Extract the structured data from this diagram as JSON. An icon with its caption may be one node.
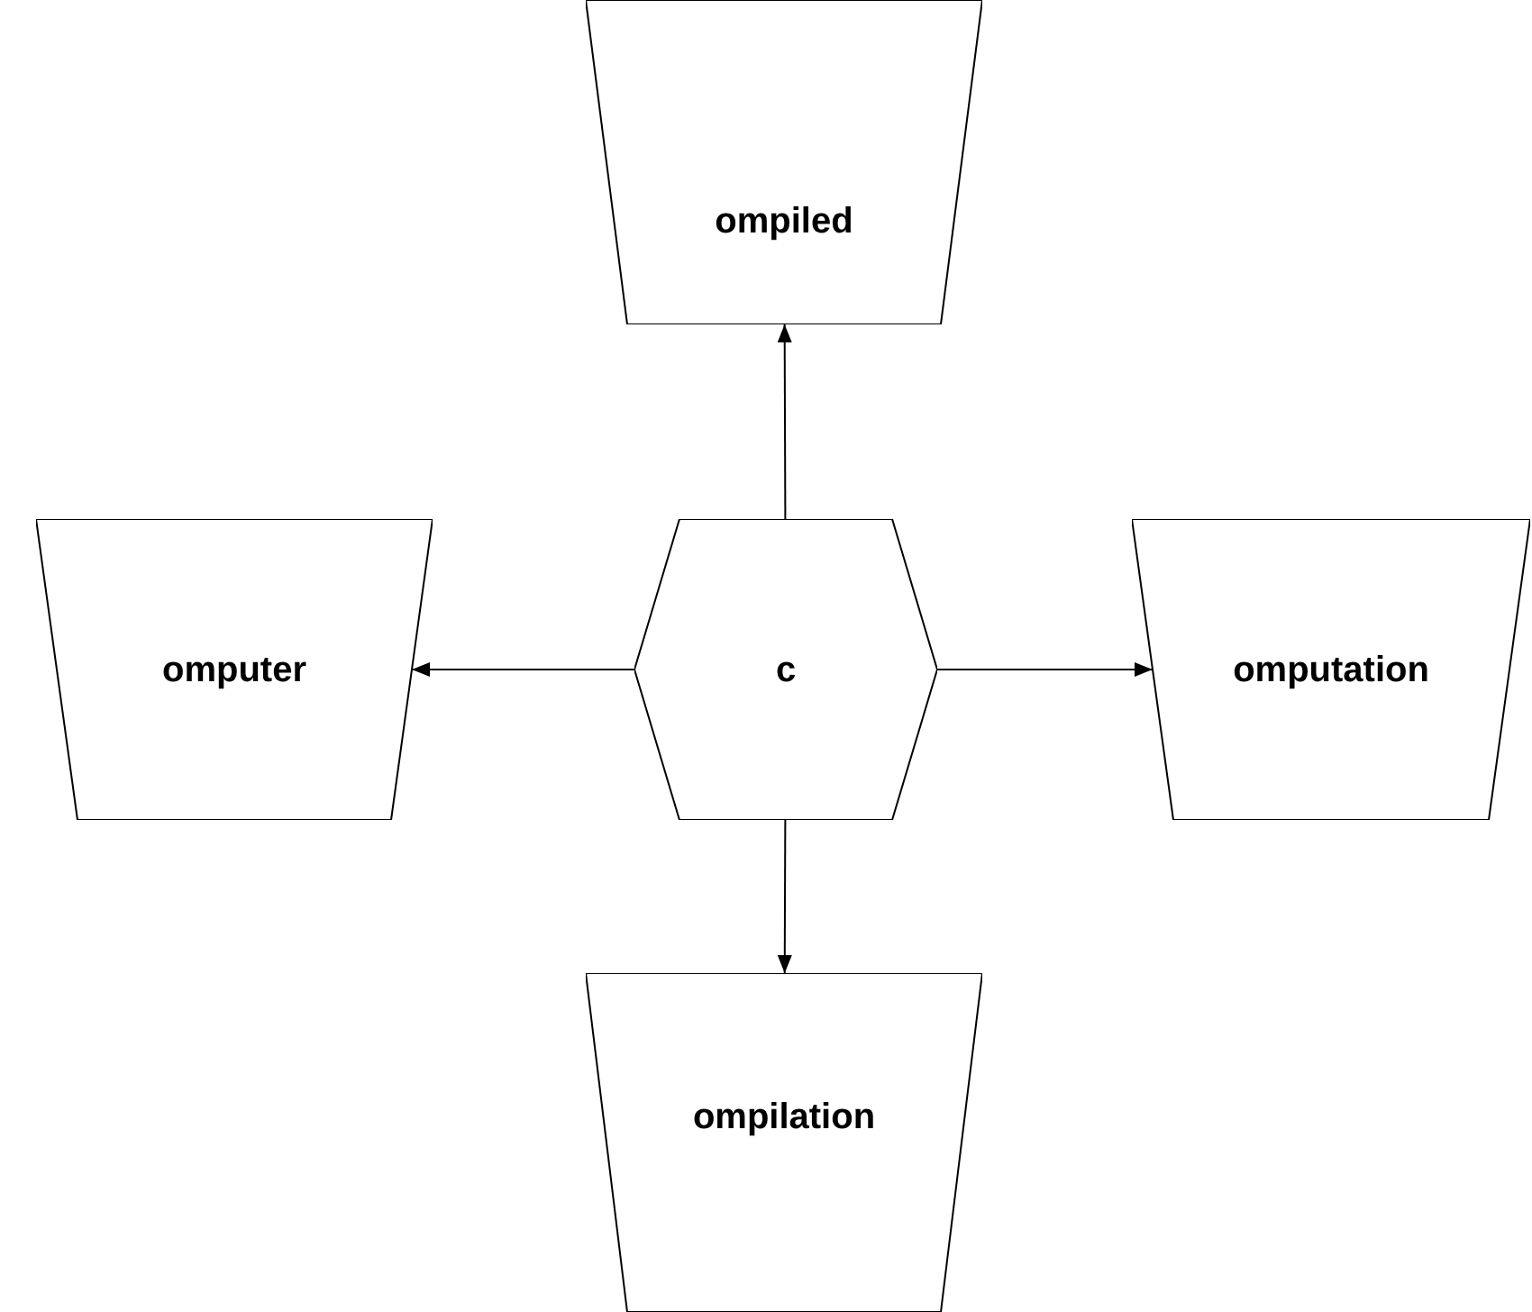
{
  "diagram": {
    "nodes": [
      {
        "text": [
          "c"
        ]
      },
      {
        "text": [
          "ompiled"
        ]
      },
      {
        "text": [
          "omputer"
        ]
      },
      {
        "text": [
          "omputation"
        ]
      },
      {
        "text": [
          "ompilation"
        ]
      }
    ],
    "edges": [
      {
        "from": 0,
        "to": 1,
        "arrow": "to"
      },
      {
        "from": 0,
        "to": 2,
        "arrow": "to"
      },
      {
        "from": 0,
        "to": 3,
        "arrow": "to"
      },
      {
        "from": 0,
        "to": 4,
        "arrow": "to"
      }
    ]
  }
}
